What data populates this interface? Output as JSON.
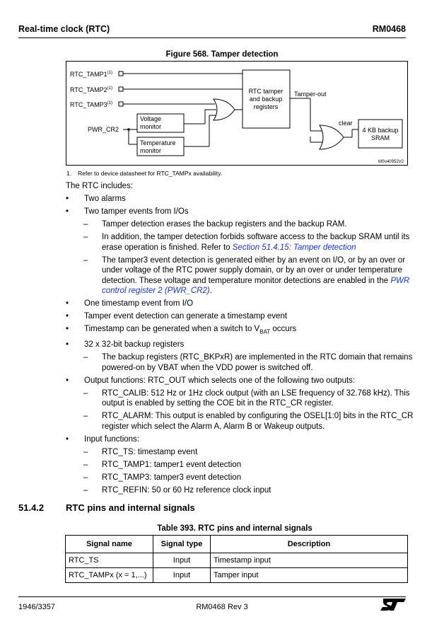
{
  "header": {
    "left": "Real-time clock (RTC)",
    "right": "RM0468"
  },
  "figure": {
    "title": "Figure 568. Tamper detection",
    "inputs": [
      "RTC_TAMP1",
      "RTC_TAMP2",
      "RTC_TAMP3"
    ],
    "input_footnote_mark": "(1)",
    "pwr_label": "PWR_CR2",
    "voltage_monitor": [
      "Voltage",
      "monitor"
    ],
    "temperature_monitor": [
      "Temperature",
      "monitor"
    ],
    "backup_regs": [
      "RTC tamper",
      "and backup",
      "registers"
    ],
    "tamper_out": "Tamper-out",
    "clear": "clear",
    "sram": [
      "4 KB backup",
      "SRAM"
    ],
    "ref": "MSv40952V2",
    "note_num": "1.",
    "note_text": "Refer to device datasheet for RTC_TAMPx availability."
  },
  "intro": "The RTC includes:",
  "items": {
    "i1": "Two alarms",
    "i2": "Two tamper events from I/Os",
    "i2a": "Tamper detection erases the backup registers and the backup RAM.",
    "i2b_pre": "In addition, the tamper detection forbids software access to the backup SRAM until its erase operation is finished. Refer to ",
    "i2b_link": "Section 51.4.15: Tamper detection",
    "i2c_pre": "The tamper3 event detection is generated either by an event on I/O, or by an over or under voltage of the RTC power supply domain, or by an over or under temperature detection. These voltage and temperature monitor detections are enabled in the ",
    "i2c_link": "PWR control register 2 (PWR_CR2)",
    "i2c_post": ".",
    "i3": "One timestamp event from I/O",
    "i4": "Tamper event detection can generate a timestamp event",
    "i5_pre": "Timestamp can be generated when a switch to V",
    "i5_sub": "BAT",
    "i5_post": " occurs",
    "i6": "32 x 32-bit backup registers",
    "i6a": "The backup registers (RTC_BKPxR) are implemented in the RTC domain that remains powered-on by VBAT when the VDD power is switched off.",
    "i7": "Output functions: RTC_OUT which selects one of the following two outputs:",
    "i7a": "RTC_CALIB: 512 Hz or 1Hz clock output (with an LSE frequency of 32.768 kHz). This output is enabled by setting the COE bit in the RTC_CR register.",
    "i7b": "RTC_ALARM: This output is enabled by configuring the OSEL[1:0] bits in the RTC_CR register which select the Alarm A, Alarm B or Wakeup outputs.",
    "i8": "Input functions:",
    "i8a": "RTC_TS: timestamp event",
    "i8b": "RTC_TAMP1: tamper1 event detection",
    "i8c": "RTC_TAMP3: tamper3 event detection",
    "i8d": "RTC_REFIN: 50 or 60 Hz reference clock input"
  },
  "section": {
    "number": "51.4.2",
    "title": "RTC pins and internal signals"
  },
  "table": {
    "title": "Table 393. RTC pins and internal signals",
    "headers": [
      "Signal name",
      "Signal type",
      "Description"
    ],
    "rows": [
      [
        "RTC_TS",
        "Input",
        "Timestamp input"
      ],
      [
        "RTC_TAMPx (x = 1,...)",
        "Input",
        "Tamper input"
      ]
    ]
  },
  "footer": {
    "page": "1946/3357",
    "doc": "RM0468 Rev 3"
  },
  "symbols": {
    "bullet": "•",
    "dash": "–"
  },
  "logo": {
    "icon": "st-logo-icon",
    "color": "#000000"
  }
}
